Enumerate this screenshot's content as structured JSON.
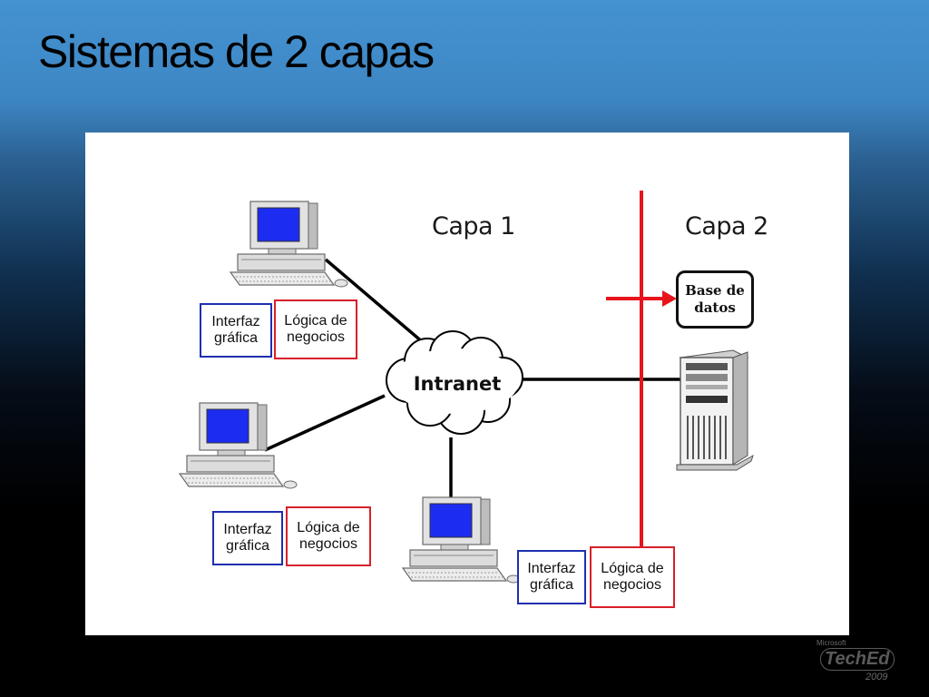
{
  "title": "Sistemas de 2 capas",
  "layers": {
    "layer1": "Capa 1",
    "layer2": "Capa 2"
  },
  "network": {
    "label": "Intranet"
  },
  "database": {
    "label": "Base de datos"
  },
  "clients": [
    {
      "gui": "Interfaz gráfica",
      "logic": "Lógica de negocios"
    },
    {
      "gui": "Interfaz gráfica",
      "logic": "Lógica de negocios"
    },
    {
      "gui": "Interfaz gráfica",
      "logic": "Lógica de negocios"
    }
  ],
  "logo": {
    "brand_small": "Microsoft",
    "brand": "TechEd",
    "year": "2009"
  },
  "colors": {
    "gui_border": "#1e2fb0",
    "logic_border": "#d8202a",
    "divider": "#e8141c",
    "screen": "#1c2cf0"
  }
}
